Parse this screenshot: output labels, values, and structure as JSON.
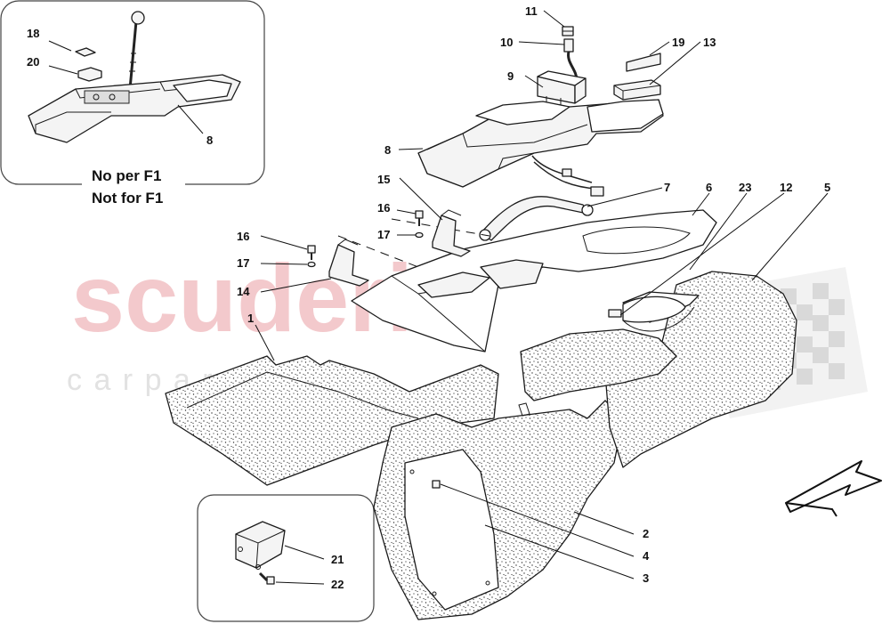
{
  "watermark": {
    "brand": "scuderia",
    "tagline": "c a r p a r t s"
  },
  "inset_f1": {
    "caption_line1": "No per F1",
    "caption_line2": "Not for F1"
  },
  "callouts": {
    "c1": "1",
    "c2": "2",
    "c3": "3",
    "c4": "4",
    "c5": "5",
    "c6": "6",
    "c7": "7",
    "c8_main": "8",
    "c8_inset": "8",
    "c9": "9",
    "c10": "10",
    "c11": "11",
    "c12": "12",
    "c13": "13",
    "c14": "14",
    "c15": "15",
    "c16_a": "16",
    "c16_b": "16",
    "c17_a": "17",
    "c17_b": "17",
    "c18": "18",
    "c19": "19",
    "c20": "20",
    "c21": "21",
    "c22": "22",
    "c23": "23"
  },
  "direction_arrow": "front-arrow-icon"
}
